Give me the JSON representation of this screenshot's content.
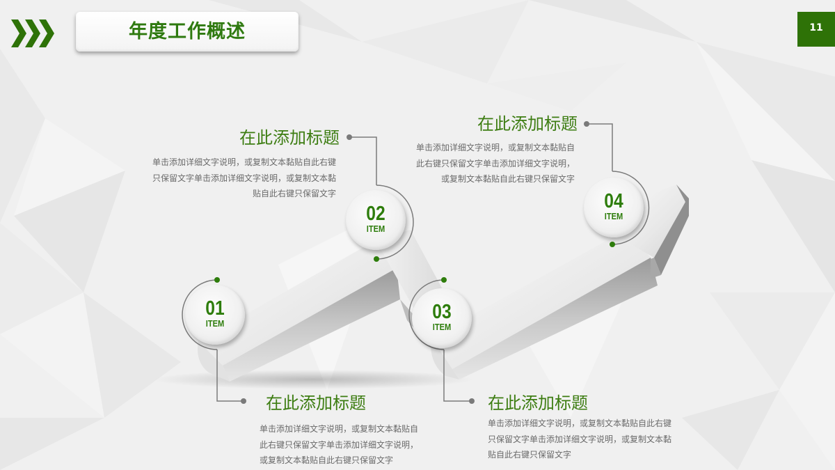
{
  "header": {
    "title": "年度工作概述",
    "page_number": "11",
    "accent_color": "#2e7207"
  },
  "items": [
    {
      "number": "01",
      "label": "ITEM",
      "heading": "在此添加标题",
      "description": [
        "单击添加详细文字说明，或复制文本黏贴自",
        "此右键只保留文字单击添加详细文字说明，",
        "或复制文本黏贴自此右键只保留文字"
      ]
    },
    {
      "number": "02",
      "label": "ITEM",
      "heading": "在此添加标题",
      "description": [
        "单击添加详细文字说明，或复制文本黏贴自此右键",
        "只保留文字单击添加详细文字说明，或复制文本黏",
        "贴自此右键只保留文字"
      ]
    },
    {
      "number": "03",
      "label": "ITEM",
      "heading": "在此添加标题",
      "description": [
        "单击添加详细文字说明，或复制文本黏贴自此右键",
        "只保留文字单击添加详细文字说明，或复制文本黏",
        "贴自此右键只保留文字"
      ]
    },
    {
      "number": "04",
      "label": "ITEM",
      "heading": "在此添加标题",
      "description": [
        "单击添加详细文字说明，或复制文本黏贴自",
        "此右键只保留文字单击添加详细文字说明，",
        "或复制文本黏贴自此右键只保留文字"
      ]
    }
  ],
  "colors": {
    "green": "#2e7d0c",
    "heading_green": "#3d7d12",
    "connector_gray": "#777777",
    "text_gray": "#6a6a6a"
  }
}
